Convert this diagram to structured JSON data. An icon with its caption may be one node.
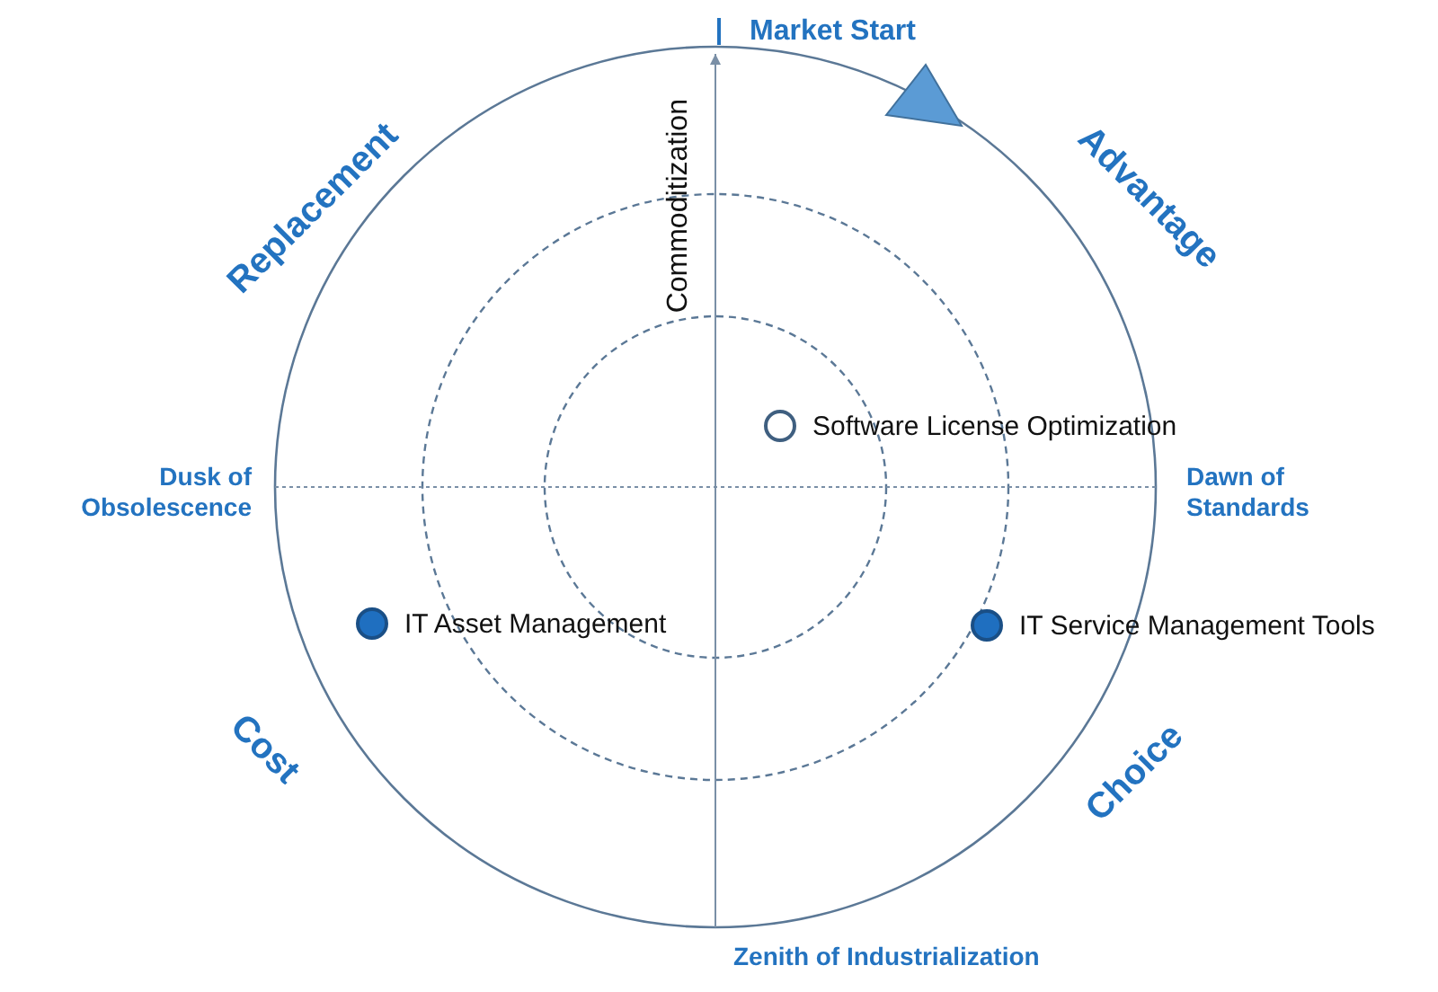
{
  "diagram": {
    "nodes": [
      {
        "text": [
          "Software License Optimization"
        ]
      },
      {
        "text": [
          "IT Asset Management"
        ]
      },
      {
        "text": [
          "IT Service  Management Tools"
        ]
      }
    ],
    "labels": [
      "Market Start",
      "Advantage",
      "Replacement",
      "Commoditization",
      "Dusk of Obsolescence",
      "Dawn of Standards",
      "Cost",
      "Choice",
      "Zenith of Industrialization"
    ]
  }
}
